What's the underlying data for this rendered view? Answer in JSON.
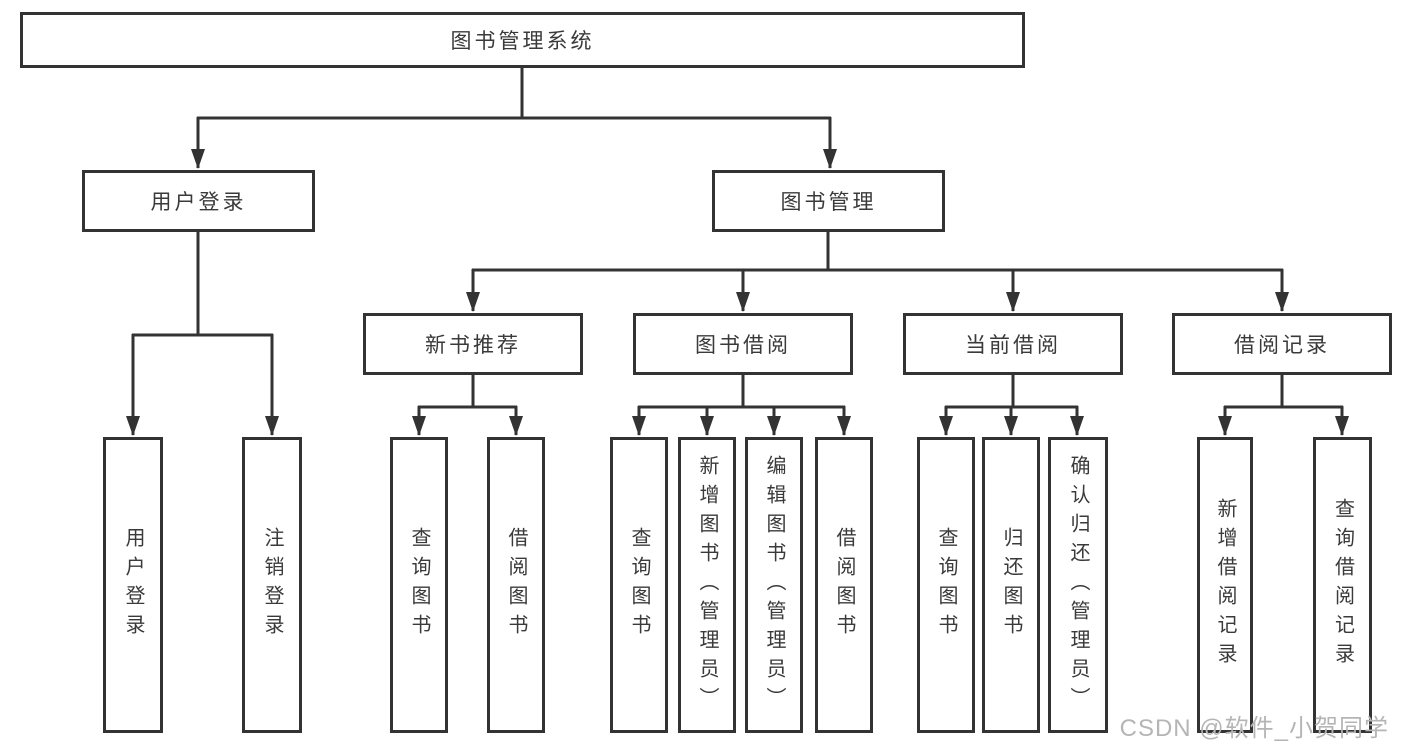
{
  "nodes": {
    "root": "图书管理系统",
    "branches": [
      {
        "label": "用户登录",
        "children": [
          "用户登录",
          "注销登录"
        ]
      },
      {
        "label": "图书管理"
      }
    ],
    "modules": [
      {
        "label": "新书推荐",
        "children": [
          "查询图书",
          "借阅图书"
        ]
      },
      {
        "label": "图书借阅",
        "children": [
          "查询图书",
          "新增图书（管理员）",
          "编辑图书（管理员）",
          "借阅图书"
        ]
      },
      {
        "label": "当前借阅",
        "children": [
          "查询图书",
          "归还图书",
          "确认归还（管理员）"
        ]
      },
      {
        "label": "借阅记录",
        "children": [
          "新增借阅记录",
          "查询借阅记录"
        ]
      }
    ]
  },
  "watermark": {
    "text": "CSDN @软件_小贺同学"
  },
  "colors": {
    "line": "#333333",
    "box_border": "#333333",
    "text": "#3a3a3a",
    "watermark": "#b5b5b5"
  }
}
